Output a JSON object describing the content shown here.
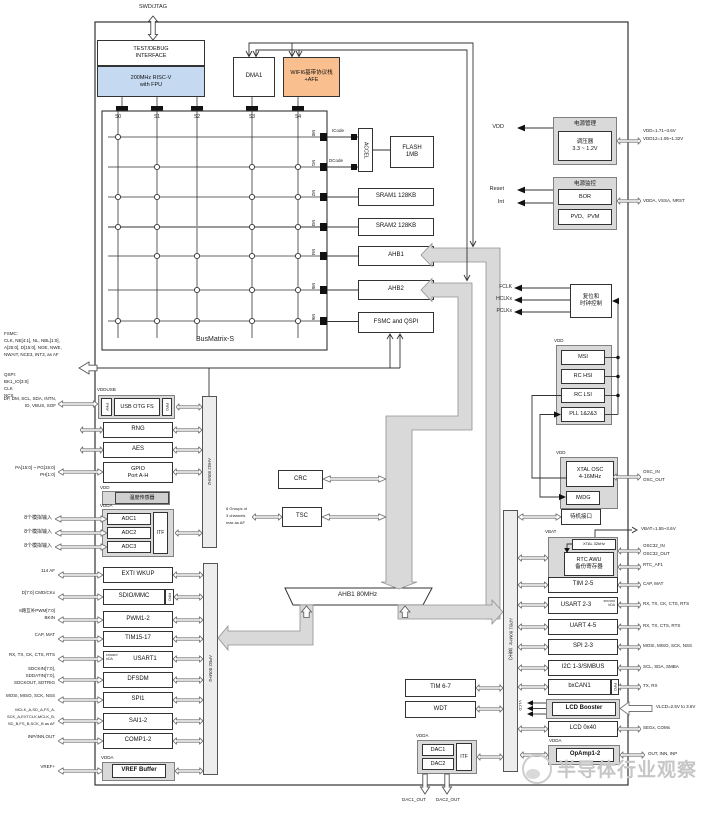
{
  "colors": {
    "cpu_blue": "#c5d9f1",
    "wifi_orange": "#fabf8f",
    "container_gray": "#d9d9d9",
    "bus_bar_gray": "#ededed",
    "bus_band_gray": "#d9d9d9",
    "watermark_gray": "#c6c6c6"
  },
  "top": {
    "swd": "SWD/JTAG",
    "cpu1": "TEST/DEBUG",
    "cpu2": "INTERFACE",
    "cpu3": "200MHz RISC-V",
    "cpu4": "with FPU",
    "dma": "DMA1",
    "wifi1": "WIFI6基带协议栈",
    "wifi2": "+AFE"
  },
  "matrix": {
    "caption": "BusMatrix-S",
    "s": [
      "S0",
      "S1",
      "S2",
      "S3",
      "S4"
    ],
    "m": [
      "M0",
      "M1",
      "M2",
      "M3",
      "M4",
      "M5",
      "M6"
    ],
    "icode": "ICode",
    "dcode": "DCode"
  },
  "mem": {
    "accel": "ACCEL",
    "flash1": "FLASH",
    "flash2": "1MB",
    "sram1": "SRAM1  128KB",
    "sram2": "SRAM2  128KB",
    "ahb1": "AHB1",
    "ahb2": "AHB2",
    "fsmc": "FSMC and QSPI"
  },
  "power": {
    "vdd": "VDD",
    "mgmt": "电源管理",
    "reg1": "调压器",
    "reg2": "3.3 ~ 1.2V",
    "pins1a": "VDD=1.71~3.6V",
    "pins1b": "VDD12=1.05~1.32V",
    "sup": "电源监控",
    "bor": "BOR",
    "pvd": "PVD、PVM",
    "reset": "Reset",
    "int": "Int",
    "pins2": "VDDA, VSSA, NRST"
  },
  "clock": {
    "fclk": "FCLK",
    "hclk": "HCLKx",
    "pclk": "PCLKx",
    "rcc1": "复位和",
    "rcc2": "时钟控制",
    "vdd": "VDD",
    "msi": "MSI",
    "rchsi": "RC HSI",
    "rclsi": "RC LSI",
    "pll": "PLL 1&2&3"
  },
  "osc": {
    "vdd": "VDD",
    "xtal1": "XTAL OSC",
    "xtal2": "4-16MHz",
    "iwdg": "IWDG",
    "standby": "待机接口",
    "pin1": "OSC_IN",
    "pin2": "OSC_OUT"
  },
  "rtc": {
    "vbat": "VBAT",
    "x32k": "XTAL 32kHz",
    "r1": "RTC  AWU",
    "r2": "备份寄存器",
    "vbat_pin": "VBAT=1.55~3.6V",
    "o32i": "OSC32_IN",
    "o32o": "OSC32_OUT",
    "af": "RTC_AF1"
  },
  "buses": {
    "ahb2": "AHB2 80MHz",
    "apb2": "APB2 80MHz",
    "apb1": "APB1 80MHz（最大）",
    "ahb1": "AHB1 80MHz"
  },
  "right_col": {
    "rows": [
      {
        "label": "TIM 2-5",
        "pins": "CAP, MAT"
      },
      {
        "label": "USART 2-3",
        "sub1": "smcard",
        "sub2": "irDA",
        "pins": "RX, TX, CK, CTS, RTS"
      },
      {
        "label": "UART 4-5",
        "pins": "RX, TX, CTS, RTS"
      },
      {
        "label": "SPI 2-3",
        "pins": "MOSI, MISO, SCK, NSS"
      },
      {
        "label": "I2C 1-3/SMBUS",
        "pins": "SCL, SDA, SMBA"
      },
      {
        "label": "bxCAN1",
        "fifo": "FIFO",
        "pins": "TX, RX"
      },
      {
        "label": "LCD Booster",
        "vlcd": "VLCD",
        "pins": "VLCD=2.5V to 3.6V"
      },
      {
        "label": "LCD 0x40",
        "pins": "SEGx, COMx"
      },
      {
        "label": "OpAmp1-2",
        "vdda": "VDDA",
        "pins": "OUT, INN, INP"
      }
    ]
  },
  "left_mid": {
    "vddusb": "VDDUSB",
    "phy": "PHY",
    "usb": "USB OTG FS",
    "fifo": "FIFO",
    "usb_pins1": "DP, DM, SCL, SDA, INTN,",
    "usb_pins2": "ID, VBUS, SOF",
    "rng": "RNG",
    "aes": "AES",
    "gpio1": "GPIO",
    "gpio2": "Port A-H",
    "gpio_pins1": "PA[15:0] ~ PG[15:0]",
    "gpio_pins2": "PH[1:0]",
    "vdd": "VDD",
    "temp": "温度传感器",
    "vdda": "VDDA",
    "adc1": "ADC1",
    "adc2": "ADC2",
    "adc3": "ADC3",
    "itf": "ITF",
    "ain": "8个模拟输入"
  },
  "fsmc_pins": {
    "t": "FSMC:",
    "l1": "CLK, NE[4:1], NL, NBL[1:0],",
    "l2": "A[25:0], D[15:0], NOE, NWE,",
    "l3": "NWAIT, NCE3, INT3, as AF"
  },
  "qspi_pins": {
    "t": "QSPI:",
    "l1": "BK1_IO[3:0]",
    "l2": "CLK",
    "l3": "NCS"
  },
  "left_col": {
    "rows": [
      {
        "label": "EXTI WKUP",
        "pins1": "114 AF"
      },
      {
        "label": "SDIO/MMC",
        "fifo": "FIFO",
        "pins1": "D[7:0] CMD/CKx"
      },
      {
        "label": "PWM1-2",
        "pins1": "8路互补PWM[7:0]",
        "pins2": "BKIN"
      },
      {
        "label": "TIM15-17",
        "pins1": "CAP, MAT"
      },
      {
        "label": "USART1",
        "sub1": "smcard",
        "sub2": "irDA",
        "pins1": "RX, TX, CK, CTS, RTS"
      },
      {
        "label": "DFSDM",
        "pins1": "SDCKIN[7:0],",
        "pins2": "SDDATIN[7:0],",
        "pins3": "SDCKOUT, SDTRIG"
      },
      {
        "label": "SPI1",
        "pins1": "MOSI, MISO, SCK, NSS"
      },
      {
        "label": "SAI1-2",
        "pins1": "MCLK_A,SD_A,FS_A,",
        "pins2": "SCK_A,EXTCLK,MCLK_B,",
        "pins3": "SD_B,FS_B,SCK_B as AF"
      },
      {
        "label": "COMP1-2",
        "pins1": "INP/INN,OUT"
      },
      {
        "label": "VREF Buffer",
        "vdda": "VDDA",
        "pins1": "VREF+"
      }
    ]
  },
  "center": {
    "crc": "CRC",
    "tsc": "TSC",
    "note1": "8 Groups of",
    "note2": "3 channels",
    "note3": "max as AF"
  },
  "bottom": {
    "tim67": "TIM 6-7",
    "wdt": "WDT",
    "vdda": "VDDA",
    "dac1": "DAC1",
    "dac2": "DAC2",
    "itf": "ITF",
    "out1": "DAC1_OUT",
    "out2": "DAC2_OUT"
  },
  "watermark": "半导体行业观察"
}
